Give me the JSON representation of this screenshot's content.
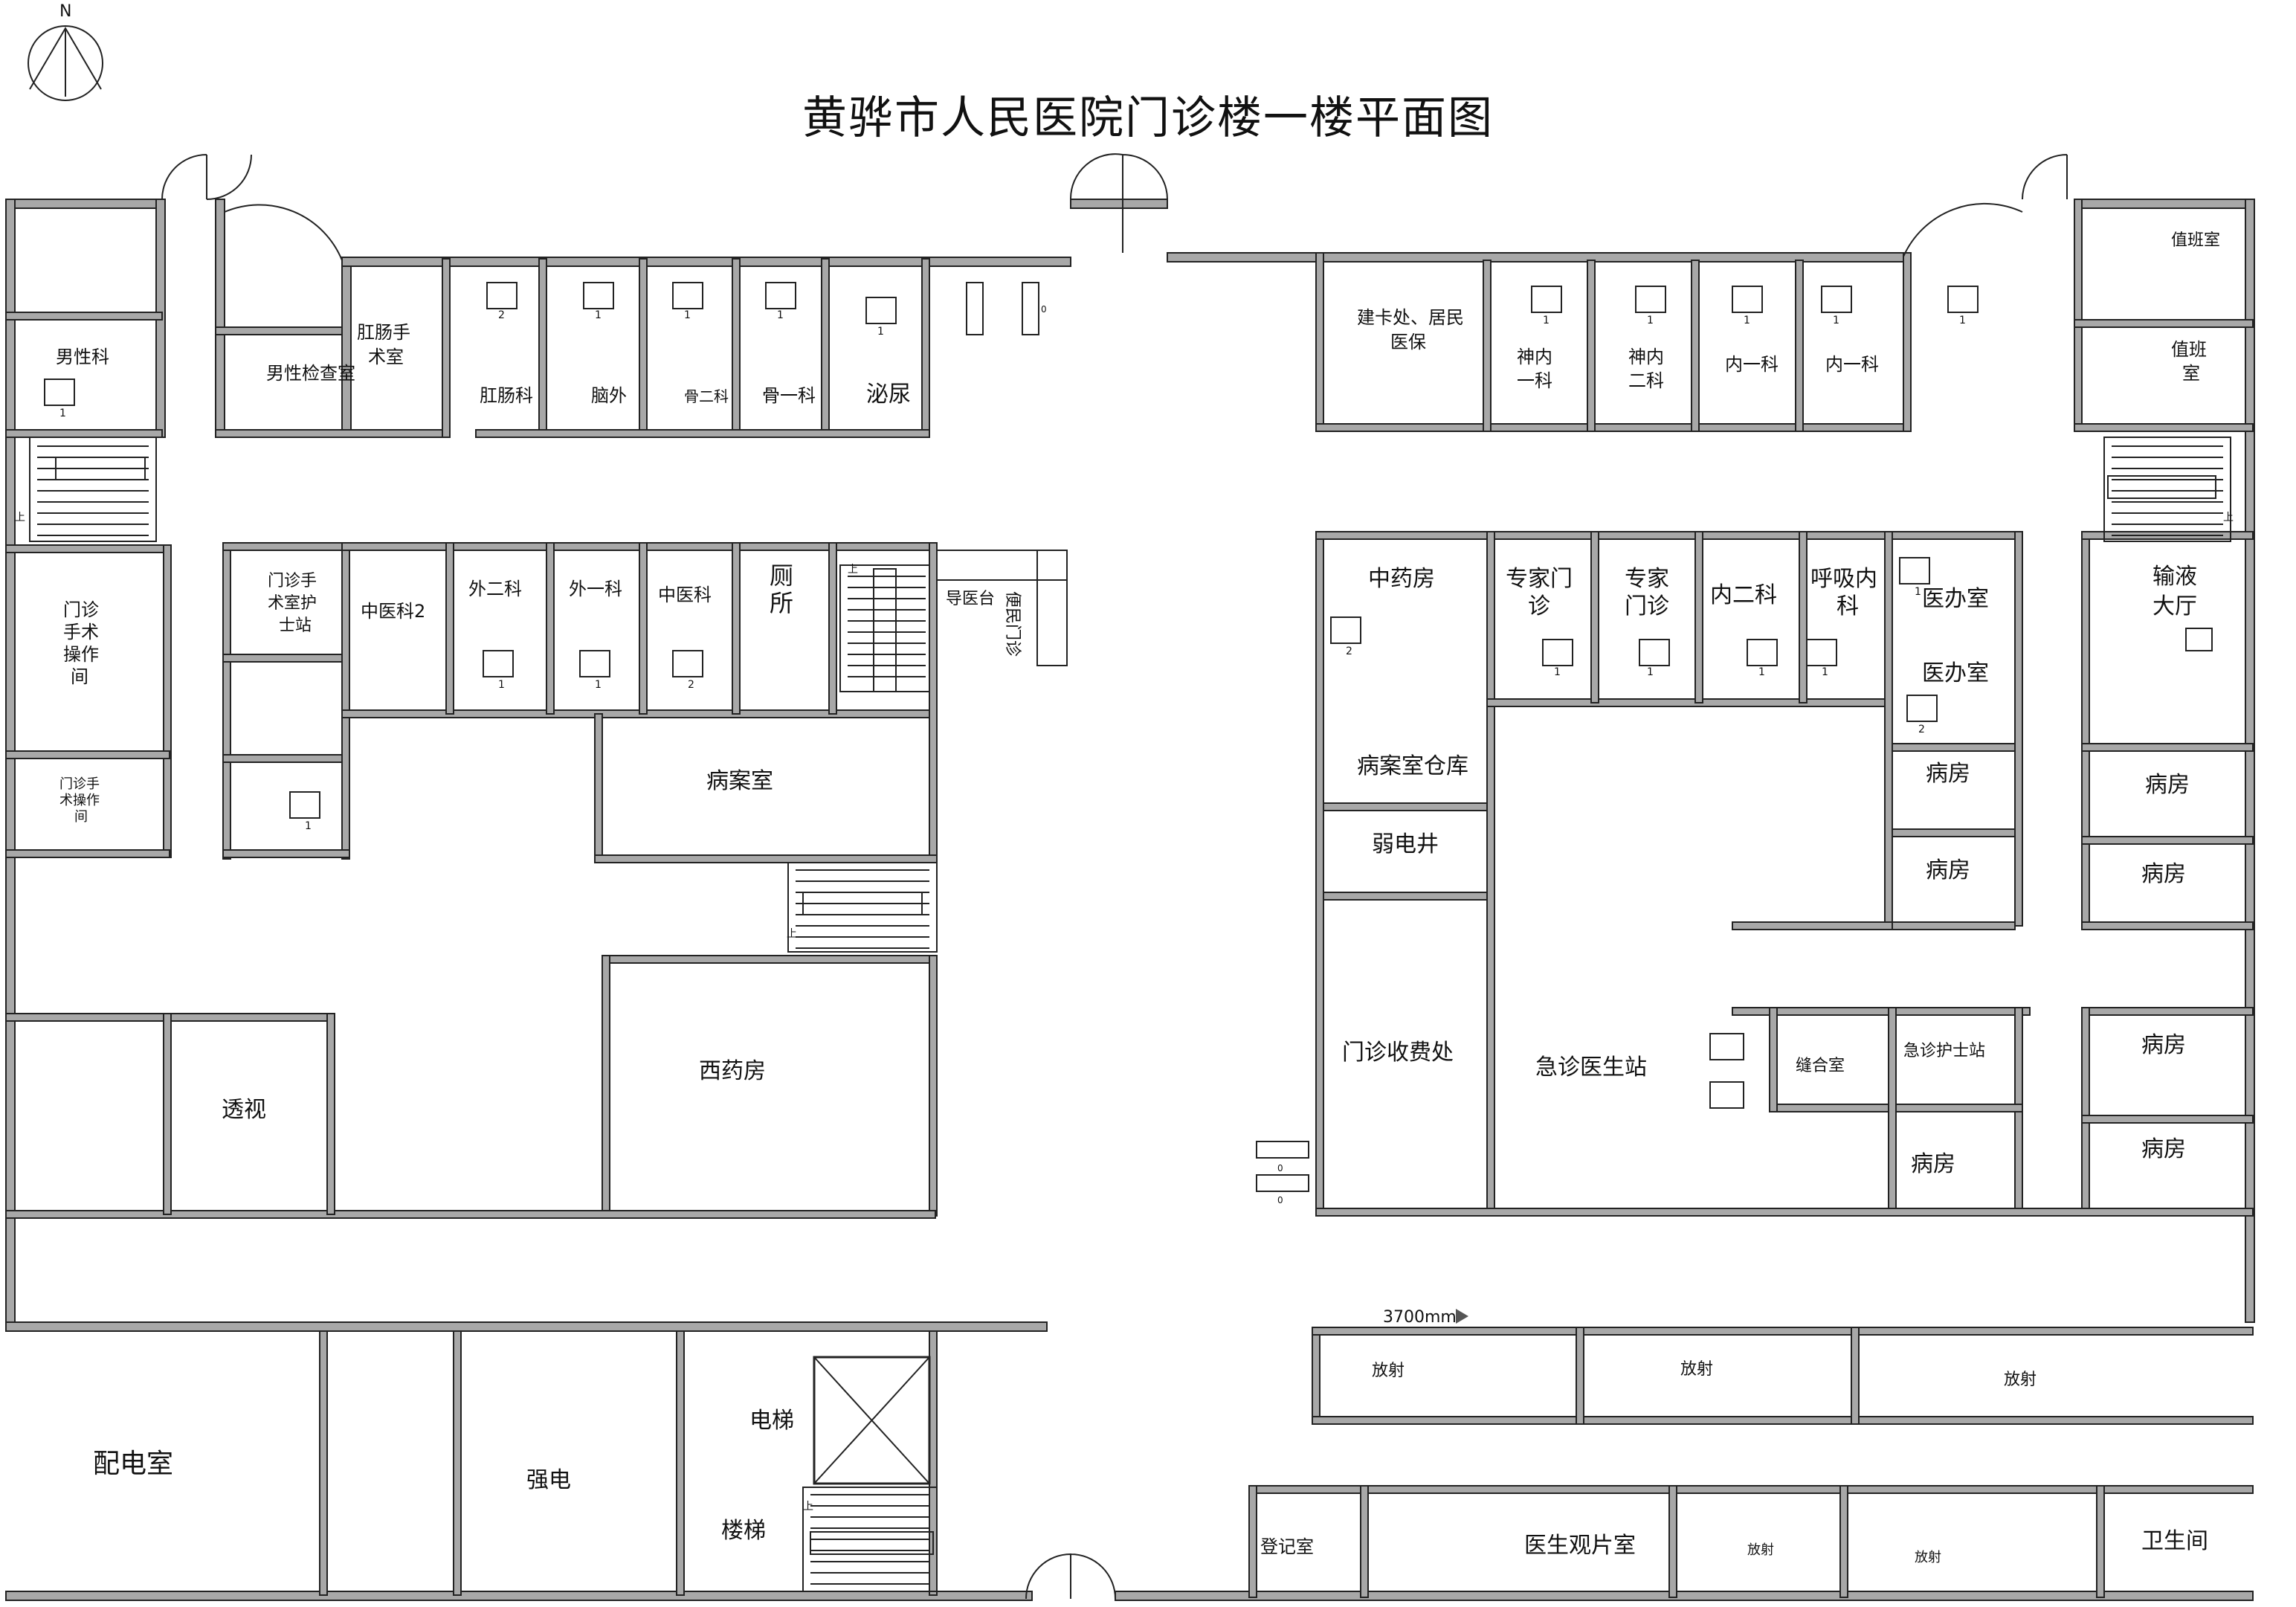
{
  "title": "黄骅市人民医院门诊楼一楼平面图",
  "compass_label": "N",
  "dimension_label": "3700mm",
  "stair_up_label": "上",
  "rooms": {
    "male_dept": "男性科",
    "male_exam": "男性检查室",
    "anorectal_surgery": [
      "肛肠手",
      "术室"
    ],
    "anorectal": "肛肠科",
    "neurosurgery": "脑外",
    "ortho2": "骨二科",
    "ortho1": "骨一科",
    "urology": "泌尿",
    "card_office": [
      "建卡处、居民",
      "医保"
    ],
    "neuro_internal1": [
      "神内",
      "一科"
    ],
    "neuro_internal2": [
      "神内",
      "二科"
    ],
    "internal1_a": "内一科",
    "internal1_b": "内一科",
    "duty_room1": "值班室",
    "duty_room2": [
      "值班",
      "室"
    ],
    "op_room_big": [
      "门诊",
      "手术",
      "操作",
      "间"
    ],
    "op_room_small": [
      "门诊手",
      "术操作",
      "间"
    ],
    "op_nurse_station": [
      "门诊手",
      "术室护",
      "士站"
    ],
    "tcm2": "中医科2",
    "surgery2": "外二科",
    "surgery1": "外一科",
    "tcm": "中医科",
    "toilet": [
      "厕",
      "所"
    ],
    "guide_desk": "导医台",
    "convenience_clinic": "便民门诊",
    "records": "病案室",
    "western_pharmacy": "西药房",
    "fluoroscopy": "透视",
    "distribution": "配电室",
    "strong_power": "强电",
    "elevator": "电梯",
    "stairs": "楼梯",
    "chinese_pharmacy": "中药房",
    "records_warehouse": "病案室仓库",
    "weak_power": "弱电井",
    "cashier": "门诊收费处",
    "expert1": [
      "专家门",
      "诊"
    ],
    "expert2": [
      "专家",
      "门诊"
    ],
    "internal2": "内二科",
    "respiratory": [
      "呼吸内",
      "科"
    ],
    "doctor_office1": "医办室",
    "doctor_office2": "医办室",
    "infusion_hall": [
      "输液",
      "大厅"
    ],
    "ward": "病房",
    "er_doctor_station": "急诊医生站",
    "suture_room": "缝合室",
    "er_nurse_station": "急诊护士站",
    "radiology": "放射",
    "registration": "登记室",
    "film_room": "医生观片室",
    "health_room": "卫生间"
  },
  "markers": {
    "one": "1",
    "two": "2",
    "zero": "0"
  }
}
